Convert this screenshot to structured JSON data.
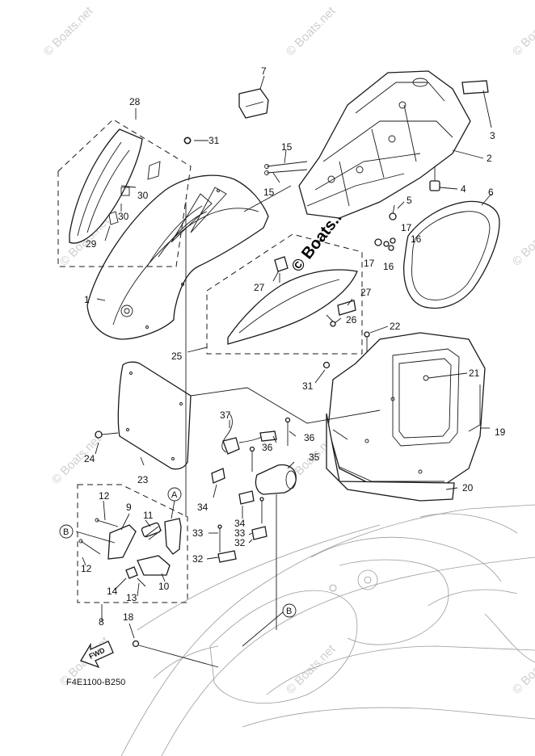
{
  "callouts": [
    "1",
    "2",
    "3",
    "4",
    "5",
    "6",
    "7",
    "8",
    "9",
    "10",
    "11",
    "12",
    "12",
    "13",
    "14",
    "15",
    "15",
    "16",
    "16",
    "17",
    "17",
    "18",
    "19",
    "20",
    "21",
    "22",
    "23",
    "24",
    "25",
    "26",
    "27",
    "27",
    "28",
    "29",
    "30",
    "30",
    "31",
    "31",
    "32",
    "32",
    "33",
    "33",
    "34",
    "34",
    "35",
    "36",
    "36",
    "37"
  ],
  "markers": {
    "a": "A",
    "b1": "B",
    "b2": "B"
  },
  "fwd_label": "FWD",
  "diagram_code": "F4E1100-B250",
  "watermark": "© Boats.net",
  "watermark_center": "© Boats.net"
}
